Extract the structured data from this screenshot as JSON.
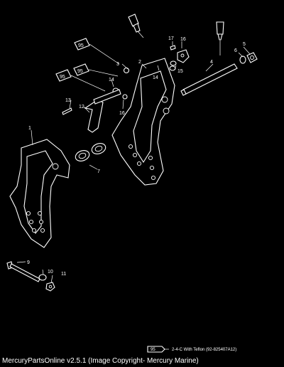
{
  "footer": {
    "text": "MercuryPartsOnline v2.5.1 (Image Copyright- Mercury Marine)"
  },
  "legend": {
    "code": "95",
    "label": "2-4-C  With Teflon (92-825407A12)"
  },
  "tube_code": "95",
  "callouts": {
    "c1": "1",
    "c2": "2",
    "c3": "3",
    "c4": "4",
    "c5": "5",
    "c6": "6",
    "c7": "7",
    "c9": "9",
    "c10": "10",
    "c11": "11",
    "c12": "12",
    "c13": "13",
    "c14a": "14",
    "c14b": "14",
    "c15": "15",
    "c16a": "16",
    "c16b": "16",
    "c17": "17"
  },
  "colors": {
    "background": "#000000",
    "linework": "#ffffff"
  }
}
